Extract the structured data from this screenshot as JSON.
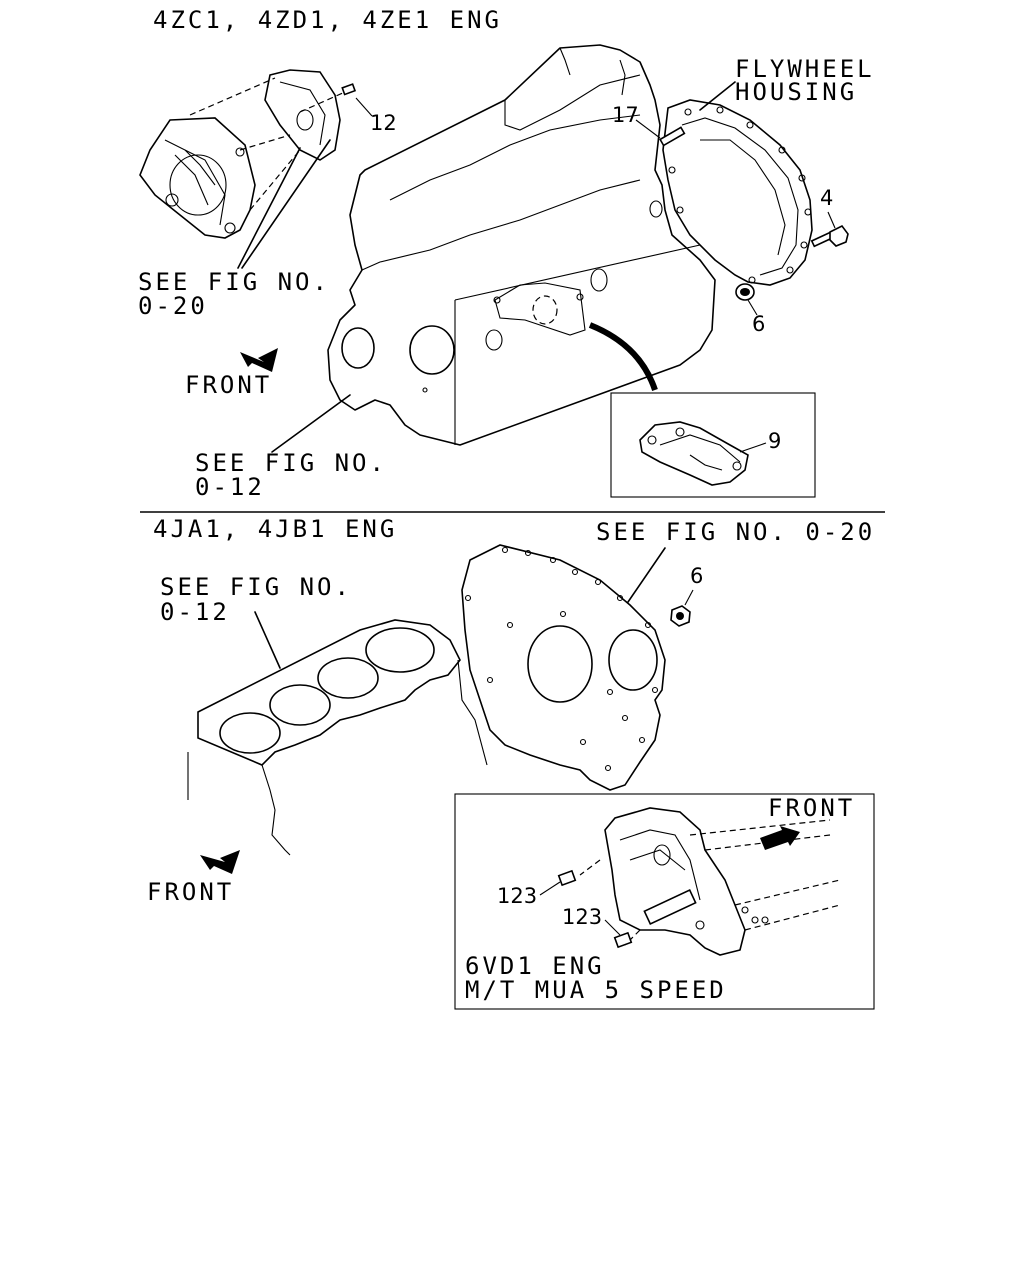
{
  "top_section": {
    "title": "4ZC1, 4ZD1, 4ZE1 ENG",
    "flywheel_line1": "FLYWHEEL",
    "flywheel_line2": "HOUSING",
    "see_fig_a_line1": "SEE FIG NO.",
    "see_fig_a_line2": "0-20",
    "see_fig_b_line1": "SEE FIG NO.",
    "see_fig_b_line2": "0-12",
    "front": "FRONT",
    "callouts": {
      "c12": "12",
      "c17": "17",
      "c4": "4",
      "c6": "6",
      "c9": "9"
    }
  },
  "bottom_section": {
    "title": "4JA1, 4JB1 ENG",
    "see_fig_plate": "SEE FIG NO. 0-20",
    "see_fig_block_line1": "SEE FIG NO.",
    "see_fig_block_line2": "0-12",
    "front": "FRONT",
    "callout_6": "6",
    "inset": {
      "front": "FRONT",
      "callout_a": "123",
      "callout_b": "123",
      "caption_line1": "6VD1 ENG",
      "caption_line2": "M/T MUA 5 SPEED"
    }
  }
}
